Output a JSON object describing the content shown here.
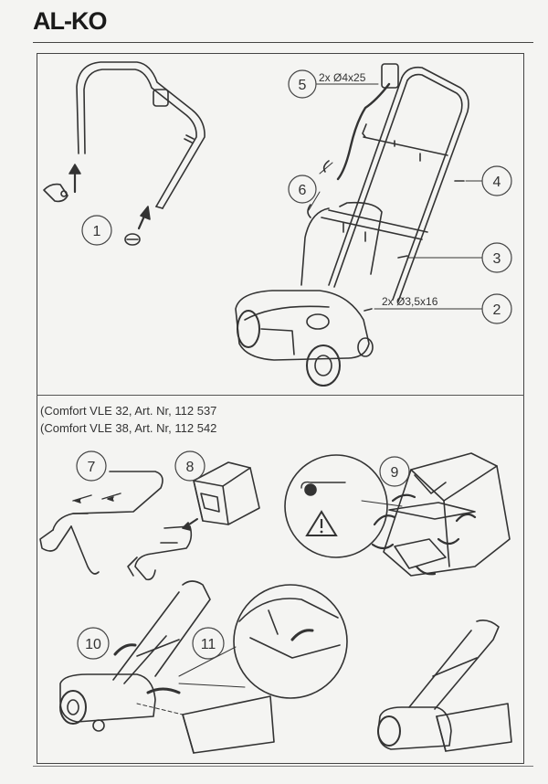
{
  "brand": {
    "logo": "AL-KO"
  },
  "steps": {
    "s1": "1",
    "s2": "2",
    "s3": "3",
    "s4": "4",
    "s5": "5",
    "s6": "6",
    "s7": "7",
    "s8": "8",
    "s9": "9",
    "s10": "10",
    "s11": "11"
  },
  "specs": {
    "screws_top": "2x  Ø4x25",
    "screws_bottom": "2x  Ø3,5x16"
  },
  "models": {
    "line1": "(Comfort VLE 32, Art. Nr, 112 537",
    "line2": "(Comfort VLE 38, Art. Nr, 112 542"
  },
  "icons": [
    "warning-triangle-icon",
    "arrow-icon",
    "lawn-scarifier-illustration"
  ]
}
